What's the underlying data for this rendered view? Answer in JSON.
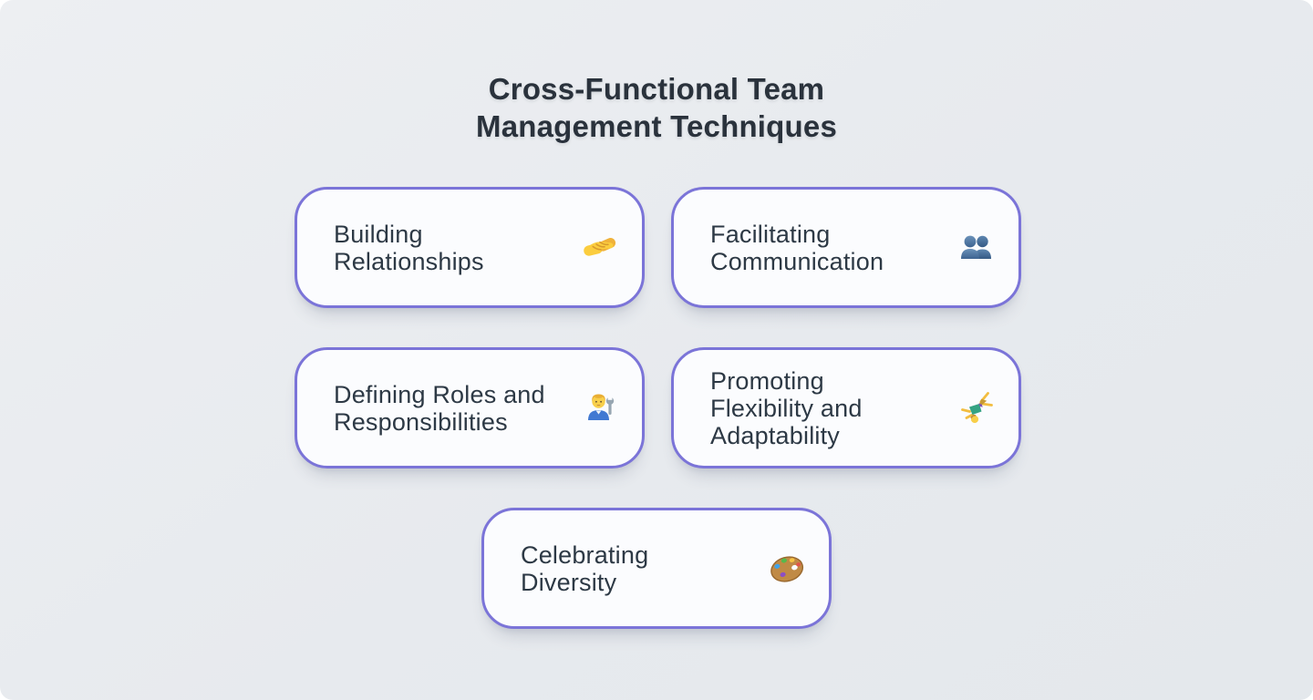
{
  "title": {
    "full": "Cross-Functional Team Management Techniques",
    "line1": "Cross-Functional Team",
    "line2": "Management Techniques"
  },
  "cards": [
    {
      "label": "Building\nRelationships",
      "icon": "handshake-icon"
    },
    {
      "label": "Facilitating\nCommunication",
      "icon": "busts-in-silhouette-icon"
    },
    {
      "label": "Defining Roles and\nResponsibilities",
      "icon": "man-mechanic-icon"
    },
    {
      "label": "Promoting\nFlexibility and\nAdaptability",
      "icon": "person-cartwheeling-icon"
    },
    {
      "label": "Celebrating\nDiversity",
      "icon": "artist-palette-icon"
    }
  ],
  "colors": {
    "background": "#e8ebee",
    "card_background": "#fbfcfe",
    "card_border": "#7b74d8",
    "title_text": "#2a323c",
    "card_text": "#2d3945"
  }
}
